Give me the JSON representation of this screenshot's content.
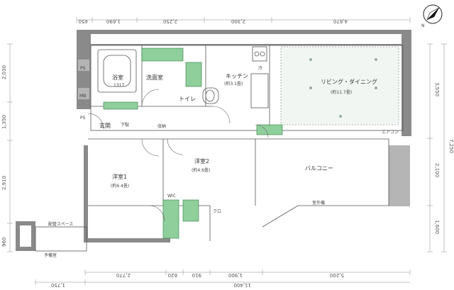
{
  "dims": {
    "top": [
      "450",
      "1,690",
      "2,250",
      "2,300",
      "4,870"
    ],
    "bottom_row1": [
      "2,770",
      "620",
      "910",
      "1,900",
      "5,200"
    ],
    "bottom_total": [
      "1,750",
      "11,400"
    ],
    "left": [
      "2,030",
      "1,350",
      "2,910",
      "960"
    ],
    "right": [
      "3,550",
      "2,100",
      "1,600"
    ],
    "right_total": "7,250"
  },
  "rooms": {
    "ps1": "PS",
    "ps2": "PS",
    "mb": "MB",
    "washroom": "洗面室",
    "bath": "浴室",
    "bath_size": "1317",
    "toilet": "トイレ",
    "kitchen": "キッチン",
    "kitchen_size": "(約3.1畳)",
    "living": "リビング・ダイニング",
    "living_size": "(約11.7畳)",
    "bed1": "洋室1",
    "bed1_size": "(約6.4畳)",
    "bed2": "洋室2",
    "bed2_size": "(約4.6畳)",
    "entrance": "玄関",
    "balcony": "バルコニー",
    "storage": "収納",
    "shoe_storage": "下駄",
    "closet": "クロ",
    "rec_box": "冷"
  },
  "labels": {
    "ac_unit": "エアコン",
    "pipe_space": "配管スペース",
    "outdoor": "室外機",
    "spare": "予備室",
    "wic": "WIC"
  },
  "compass": "N"
}
